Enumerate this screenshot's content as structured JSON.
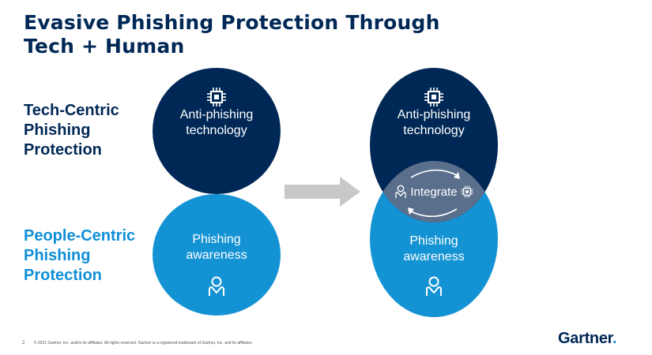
{
  "title": {
    "line1": "Evasive Phishing Protection Through",
    "line2": "Tech + Human"
  },
  "left_labels": {
    "tech": [
      "Tech-Centric",
      "Phishing",
      "Protection"
    ],
    "people": [
      "People-Centric",
      "Phishing",
      "Protection"
    ]
  },
  "circles": {
    "tech_line1": "Anti-phishing",
    "tech_line2": "technology",
    "people_line1": "Phishing",
    "people_line2": "awareness"
  },
  "integrate_label": "Integrate",
  "icons": {
    "tech": "chip-icon",
    "people": "person-icon",
    "arrow": "right-arrow-icon",
    "cycle": "cycle-arrows-icon"
  },
  "colors": {
    "navy": "#002856",
    "blue": "#1493d4",
    "label_blue": "#0f8fd6",
    "arrow_gray": "#c8c8c8"
  },
  "footer": {
    "page_number": "2",
    "copyright": "© 2021 Gartner, Inc. and/or its affiliates. All rights reserved. Gartner is a registered trademark of Gartner, Inc. and its affiliates."
  },
  "brand": {
    "logo_text": "Gartner",
    "logo_dot": "."
  }
}
